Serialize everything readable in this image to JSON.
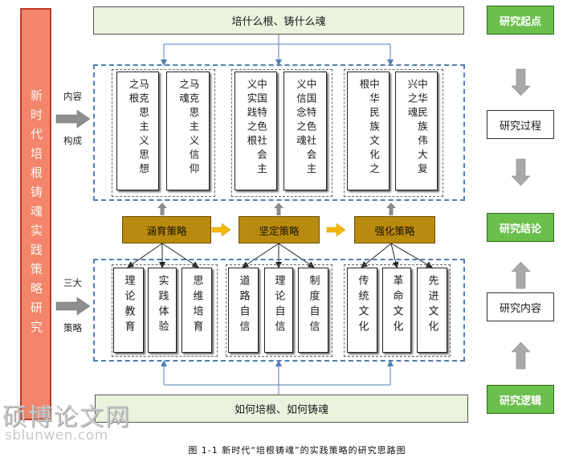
{
  "left_bar": {
    "title": "新时代培根铸魂实践策略研究"
  },
  "top_banner": "培什么根、铸什么魂",
  "bottom_banner": "如何培根、如何铸魂",
  "content_label": {
    "line1": "内容",
    "line2": "构成"
  },
  "strategy_label": {
    "line1": "三大",
    "line2": "策略"
  },
  "content_groups": [
    {
      "cards": [
        "马克思主义思想之根",
        "马克思主义信仰之魂"
      ]
    },
    {
      "cards": [
        "中国特色社会主义实践之根",
        "中国特色社会主义信念之魂"
      ]
    },
    {
      "cards": [
        "中华民族文化之根",
        "中华民族伟大复兴之魂"
      ]
    }
  ],
  "strategies": [
    "涵育策略",
    "坚定策略",
    "强化策略"
  ],
  "strategy_groups": [
    {
      "cards": [
        "理论教育",
        "实践体验",
        "思维培育"
      ]
    },
    {
      "cards": [
        "道路自信",
        "理论自信",
        "制度自信"
      ]
    },
    {
      "cards": [
        "传统文化",
        "革命文化",
        "先进文化"
      ]
    }
  ],
  "right_column": {
    "start": "研究起点",
    "process": "研究过程",
    "conclusion": "研究结论",
    "content": "研究内容",
    "logic": "研究逻辑"
  },
  "caption": "图 1-1  新时代“培根铸魂”的实践策略的研究思路图",
  "watermark": {
    "text": "硕博论文网",
    "url": "sblunwen.com"
  },
  "colors": {
    "left_bar": "#f2856c",
    "banner": "#eaf3de",
    "strategy": "#b88a10",
    "green_box": "#6bbf4c",
    "dashed_frame": "#4f7fb8"
  }
}
